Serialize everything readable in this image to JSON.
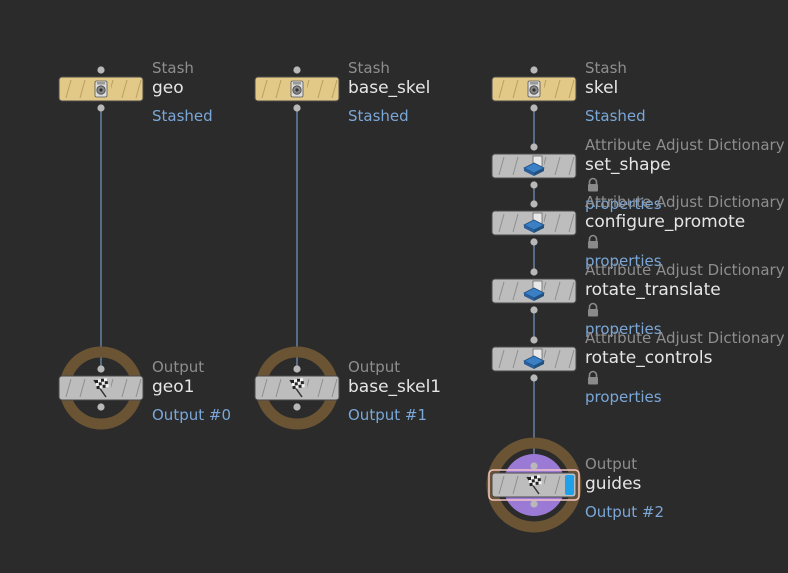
{
  "colors": {
    "background": "#2b2b2b",
    "wire": "#6f8fb5",
    "stash_node": "#e3c987",
    "std_node": "#bdbdbd",
    "output_ring": "#6b5433",
    "display_ring": "#9a7ad4",
    "display_flag": "#1fa0e8",
    "type_text": "#8e8e8e",
    "name_text": "#e6e6e6",
    "sub_text": "#7aa7d8"
  },
  "network": {
    "nodes": [
      {
        "id": "stash_geo",
        "type": "Stash",
        "name": "geo",
        "sub": "Stashed",
        "style": "stash",
        "icon": "stash-icon"
      },
      {
        "id": "stash_base_skel",
        "type": "Stash",
        "name": "base_skel",
        "sub": "Stashed",
        "style": "stash",
        "icon": "stash-icon"
      },
      {
        "id": "stash_skel",
        "type": "Stash",
        "name": "skel",
        "sub": "Stashed",
        "style": "stash",
        "icon": "stash-icon"
      },
      {
        "id": "set_shape",
        "type": "Attribute Adjust Dictionary",
        "name": "set_shape",
        "sub": "properties",
        "style": "std",
        "icon": "dictionary-icon",
        "locked": true
      },
      {
        "id": "configure_promote",
        "type": "Attribute Adjust Dictionary",
        "name": "configure_promote",
        "sub": "properties",
        "style": "std",
        "icon": "dictionary-icon",
        "locked": true
      },
      {
        "id": "rotate_translate",
        "type": "Attribute Adjust Dictionary",
        "name": "rotate_translate",
        "sub": "properties",
        "style": "std",
        "icon": "dictionary-icon",
        "locked": true
      },
      {
        "id": "rotate_controls",
        "type": "Attribute Adjust Dictionary",
        "name": "rotate_controls",
        "sub": "properties",
        "style": "std",
        "icon": "dictionary-icon",
        "locked": true
      },
      {
        "id": "output_geo1",
        "type": "Output",
        "name": "geo1",
        "sub": "Output #0",
        "style": "output",
        "icon": "flag-icon"
      },
      {
        "id": "output_base_skel1",
        "type": "Output",
        "name": "base_skel1",
        "sub": "Output #1",
        "style": "output",
        "icon": "flag-icon"
      },
      {
        "id": "output_guides",
        "type": "Output",
        "name": "guides",
        "sub": "Output #2",
        "style": "output",
        "icon": "flag-icon",
        "display": true
      }
    ],
    "wires": [
      [
        "stash_geo",
        "output_geo1"
      ],
      [
        "stash_base_skel",
        "output_base_skel1"
      ],
      [
        "stash_skel",
        "set_shape"
      ],
      [
        "set_shape",
        "configure_promote"
      ],
      [
        "configure_promote",
        "rotate_translate"
      ],
      [
        "rotate_translate",
        "rotate_controls"
      ],
      [
        "rotate_controls",
        "output_guides"
      ]
    ]
  }
}
